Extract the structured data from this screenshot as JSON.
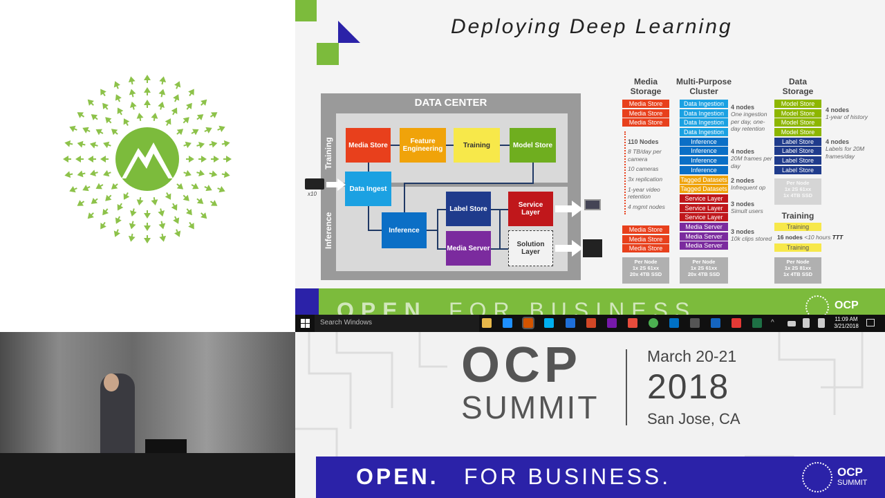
{
  "slide": {
    "title": "Deploying Deep Learning",
    "datacenter": {
      "title": "DATA CENTER",
      "training_label": "Training",
      "inference_label": "Inference",
      "camera_count": "x10",
      "blocks": {
        "media_store": "Media Store",
        "feature_eng": "Feature Engineering",
        "training": "Training",
        "model_store": "Model Store",
        "data_ingest": "Data Ingest",
        "inference": "Inference",
        "label_store": "Label Store",
        "media_server": "Media Server",
        "service_layer": "Service Layer",
        "solution_layer": "Solution Layer"
      }
    },
    "media_storage": {
      "header": "Media Storage",
      "top_bars": [
        "Media Store",
        "Media Store",
        "Media Store"
      ],
      "nodes": "110 Nodes",
      "notes": [
        "8 TB/day per camera",
        "10 cameras",
        "3x replication",
        "1-year video retention",
        "4 mgmt nodes"
      ],
      "bottom_bars": [
        "Media Store",
        "Media Store",
        "Media Store"
      ],
      "per_node_title": "Per Node",
      "per_node_lines": [
        "1x  2S 61xx",
        "20x  4TB SSD"
      ]
    },
    "cluster": {
      "header": "Multi-Purpose Cluster",
      "bars": [
        {
          "label": "Data Ingestion",
          "color": "#1ba1e2"
        },
        {
          "label": "Data Ingestion",
          "color": "#1ba1e2"
        },
        {
          "label": "Data Ingestion",
          "color": "#1ba1e2"
        },
        {
          "label": "Data Ingestion",
          "color": "#1ba1e2"
        },
        {
          "label": "Inference",
          "color": "#0b6fc6"
        },
        {
          "label": "Inference",
          "color": "#0b6fc6"
        },
        {
          "label": "Inference",
          "color": "#0b6fc6"
        },
        {
          "label": "Inference",
          "color": "#0b6fc6"
        },
        {
          "label": "Tagged Datasets",
          "color": "#f0a30a"
        },
        {
          "label": "Tagged Datasets",
          "color": "#f0a30a"
        },
        {
          "label": "Service Layer",
          "color": "#c0171b"
        },
        {
          "label": "Service Layer",
          "color": "#c0171b"
        },
        {
          "label": "Service Layer",
          "color": "#c0171b"
        },
        {
          "label": "Media Server",
          "color": "#7b2b9e"
        },
        {
          "label": "Media Server",
          "color": "#7b2b9e"
        },
        {
          "label": "Media Server",
          "color": "#7b2b9e"
        }
      ],
      "notes": [
        {
          "bold": "4 nodes",
          "text": "One ingestion per day, one-day retention"
        },
        {
          "bold": "4 nodes",
          "text": "20M frames per day"
        },
        {
          "bold": "2 nodes",
          "text": "Infrequent op"
        },
        {
          "bold": "3 nodes",
          "text": "Simult users"
        },
        {
          "bold": "3 nodes",
          "text": "10k clips stored"
        }
      ],
      "per_node_title": "Per Node",
      "per_node_lines": [
        "1x  2S 61xx",
        "20x  4TB SSD"
      ]
    },
    "data_storage": {
      "header": "Data Storage",
      "bars": [
        {
          "label": "Model Store",
          "color": "#8db600"
        },
        {
          "label": "Model Store",
          "color": "#8db600"
        },
        {
          "label": "Model Store",
          "color": "#8db600"
        },
        {
          "label": "Model Store",
          "color": "#8db600"
        },
        {
          "label": "Label Store",
          "color": "#1f3b8c"
        },
        {
          "label": "Label Store",
          "color": "#1f3b8c"
        },
        {
          "label": "Label Store",
          "color": "#1f3b8c"
        },
        {
          "label": "Label Store",
          "color": "#1f3b8c"
        }
      ],
      "notes": [
        {
          "bold": "4 nodes",
          "text": "1-year of history"
        },
        {
          "bold": "4 nodes",
          "text": "Labels for 20M frames/day"
        }
      ],
      "faded_title": "Per Node",
      "faded_lines": [
        "1x  2S 61xx",
        "1x  4TB SSD"
      ],
      "training_header": "Training",
      "training_bar": "Training",
      "training_note_bold": "16 nodes",
      "training_note": "<10 hours",
      "training_ttt": "TTT",
      "training_bar2": "Training",
      "per_node_title": "Per Node",
      "per_node_lines": [
        "1x  2S 81xx",
        "1x  4TB SSD"
      ]
    },
    "banner": {
      "open": "OPEN",
      "for_business": "FOR BUSINESS",
      "brand": "OCP"
    }
  },
  "taskbar": {
    "search_placeholder": "Search Windows",
    "time": "11:09 AM",
    "date": "3/21/2018"
  },
  "summit": {
    "ocp": "OCP",
    "summit_word": "SUMMIT",
    "dates": "March 20-21",
    "year": "2018",
    "location": "San Jose, CA",
    "banner_open": "OPEN.",
    "banner_rest": "FOR BUSINESS.",
    "badge_ocp": "OCP",
    "badge_summit": "SUMMIT"
  },
  "colors": {
    "accent_green": "#7cbb3c",
    "media_red": "#e8401c",
    "banner_blue": "#2b22a8"
  }
}
